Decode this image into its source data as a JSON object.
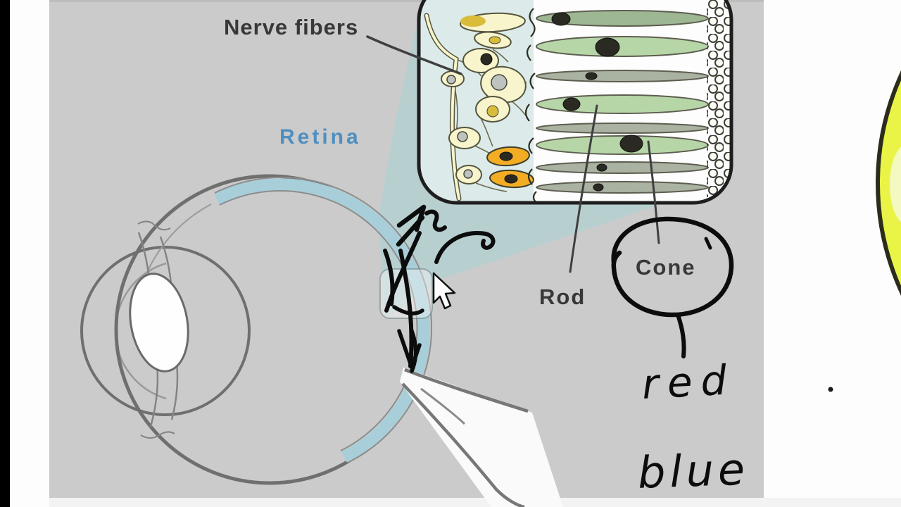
{
  "labels": {
    "nerve_fibers": "Nerve fibers",
    "retina": "Retina",
    "rod": "Rod",
    "cone": "Cone"
  },
  "handwritten": {
    "line1": "red",
    "line2": "blue"
  },
  "icons": {
    "cursor": "arrow-pointer"
  },
  "colors": {
    "background_gray": "#cbcbcb",
    "retina_blue": "#a8ced9",
    "wedge_teal": "#b8cfd0",
    "inset_bg": "#dcebea",
    "cone_green_light": "#b7d6a8",
    "cone_green_dark": "#9db793",
    "rod_gray": "#aab2a2",
    "cell_cream": "#f8f4cc",
    "cell_yellow": "#d9bc3a",
    "cell_orange": "#f2ad25",
    "label_dark": "#383838",
    "label_blue": "#4f8fc0",
    "ink": "#0c0c0c",
    "highlight_yellow": "#e9f446"
  }
}
